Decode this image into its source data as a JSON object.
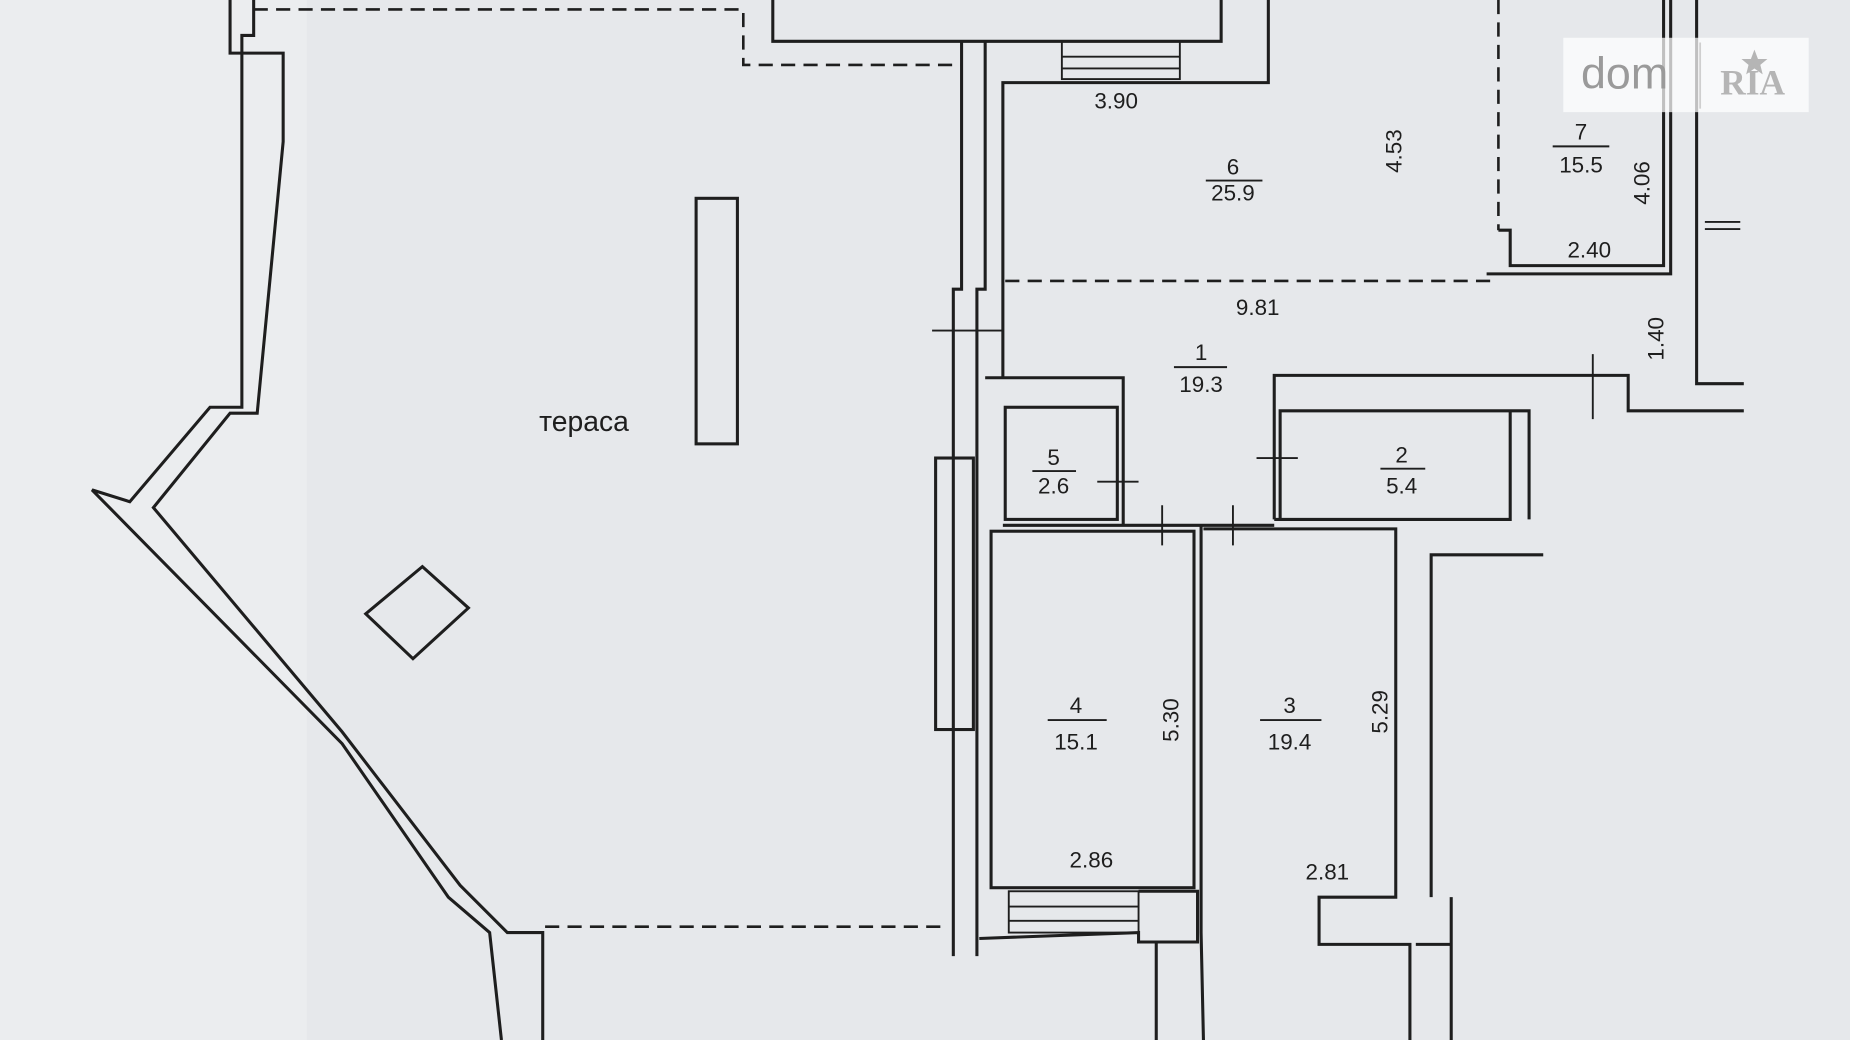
{
  "plan": {
    "terrace_label": "тераса",
    "rooms": [
      {
        "number": "1",
        "area": "19.3"
      },
      {
        "number": "2",
        "area": "5.4"
      },
      {
        "number": "3",
        "area": "19.4"
      },
      {
        "number": "4",
        "area": "15.1"
      },
      {
        "number": "5",
        "area": "2.6"
      },
      {
        "number": "6",
        "area": "25.9"
      },
      {
        "number": "7",
        "area": "15.5"
      }
    ],
    "dimensions": {
      "d390": "3.90",
      "d453": "4.53",
      "d406": "4.06",
      "d240": "2.40",
      "d981": "9.81",
      "d140": "1.40",
      "d530": "5.30",
      "d529": "5.29",
      "d286": "2.86",
      "d281": "2.81"
    }
  },
  "watermark": {
    "text": "dom",
    "brand": "RIA"
  }
}
